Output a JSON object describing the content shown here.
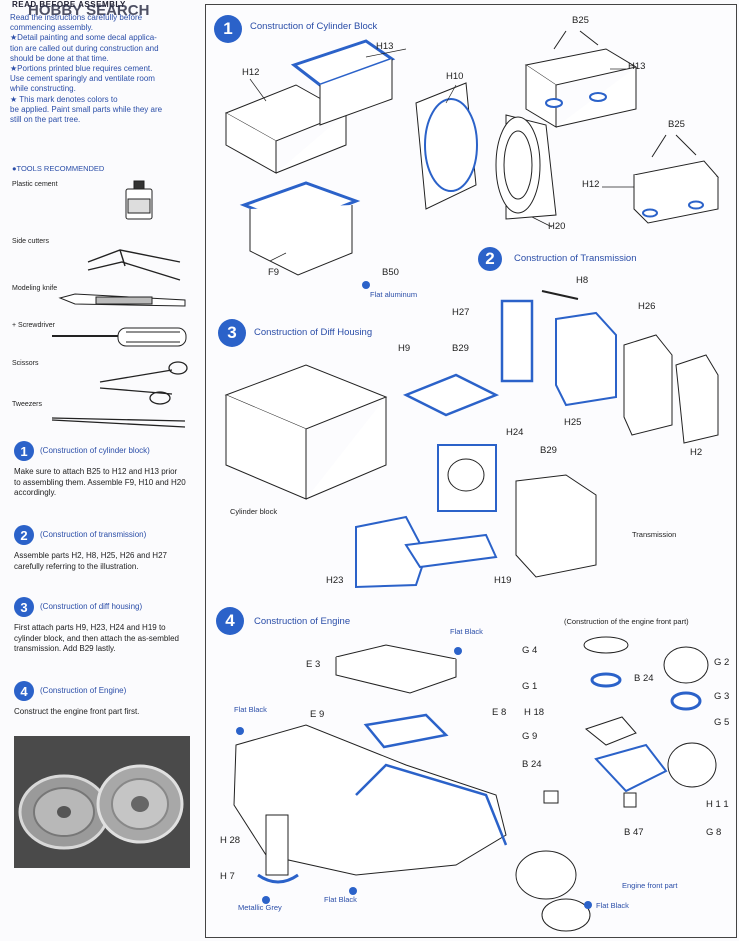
{
  "header": {
    "line1": "READ BEFORE ASSEMBLY",
    "watermark": "HOBBY SEARCH"
  },
  "intro": {
    "line_a": "Read the instructions carefully before",
    "line_b": "commencing assembly.",
    "line_c": "★Detail painting and some decal applica-",
    "line_d": "tion are called out during construction and",
    "line_e": "should be done at that time.",
    "line_f": "★Portions printed blue requires cement.",
    "line_g": "Use cement sparingly and ventilate room",
    "line_h": "while constructing.",
    "line_i": "★   This mark denotes colors to",
    "line_j": "be applied. Paint small parts while they are",
    "line_k": "still on the part tree."
  },
  "tools": {
    "heading": "●TOOLS RECOMMENDED",
    "items": [
      "Plastic cement",
      "Side cutters",
      "Modeling knife",
      "+ Screwdriver",
      "Scissors",
      "Tweezers"
    ]
  },
  "steps_left": [
    {
      "num": "1",
      "title": "(Construction of cylinder block)",
      "desc": "Make sure to attach B25 to H12 and H13 prior to assembling them. Assemble F9, H10 and H20 accordingly."
    },
    {
      "num": "2",
      "title": "(Construction of transmission)",
      "desc": "Assemble parts H2, H8, H25, H26 and H27 carefully referring to the illustration."
    },
    {
      "num": "3",
      "title": "(Construction of diff housing)",
      "desc": "First attach parts H9, H23, H24 and H19 to cylinder block, and then attach the as-sembled transmission. Add B29 lastly."
    },
    {
      "num": "4",
      "title": "(Construction of Engine)",
      "desc": "Construct the engine front part first."
    }
  ],
  "sections": [
    {
      "num": "1",
      "title": "Construction of Cylinder Block"
    },
    {
      "num": "2",
      "title": "Construction of Transmission"
    },
    {
      "num": "3",
      "title": "Construction of Diff Housing"
    },
    {
      "num": "4",
      "title": "Construction of Engine"
    }
  ],
  "labels": {
    "s1": {
      "h13a": "H13",
      "h12a": "H12",
      "h10": "H10",
      "b25a": "B25",
      "h13b": "H13",
      "b25b": "B25",
      "h12b": "H12",
      "h20": "H20",
      "f9": "F9",
      "b50": "B50",
      "flat_aluminum": "Flat aluminum"
    },
    "s2": {
      "h8": "H8",
      "h27": "H27",
      "h26": "H26",
      "h25": "H25",
      "h2": "H2"
    },
    "s3": {
      "h9": "H9",
      "b29a": "B29",
      "h24": "H24",
      "b29b": "B29",
      "cylinder_block": "Cylinder block",
      "transmission": "Transmission",
      "h23": "H23",
      "h19": "H19"
    },
    "s4": {
      "front_caption": "(Construction of the engine front part)",
      "flat_black_a": "Flat Black",
      "e3": "E 3",
      "e9": "E 9",
      "e8": "E 8",
      "flat_black_b": "Flat Black",
      "g4": "G 4",
      "g2": "G 2",
      "g1": "G 1",
      "b24a": "B 24",
      "g3": "G 3",
      "h18": "H 18",
      "g5": "G 5",
      "g9": "G 9",
      "b24b": "B 24",
      "h11": "H 1 1",
      "b47": "B 47",
      "g8": "G 8",
      "h28": "H 28",
      "h7": "H 7",
      "metallic_grey": "Metallic Grey",
      "flat_black_c": "Flat Black",
      "engine_front_part": "Engine front part",
      "flat_black_d": "Flat Black"
    }
  },
  "colors": {
    "accent": "#2b62c9",
    "text_blue": "#2b4ea8",
    "line": "#333333"
  }
}
